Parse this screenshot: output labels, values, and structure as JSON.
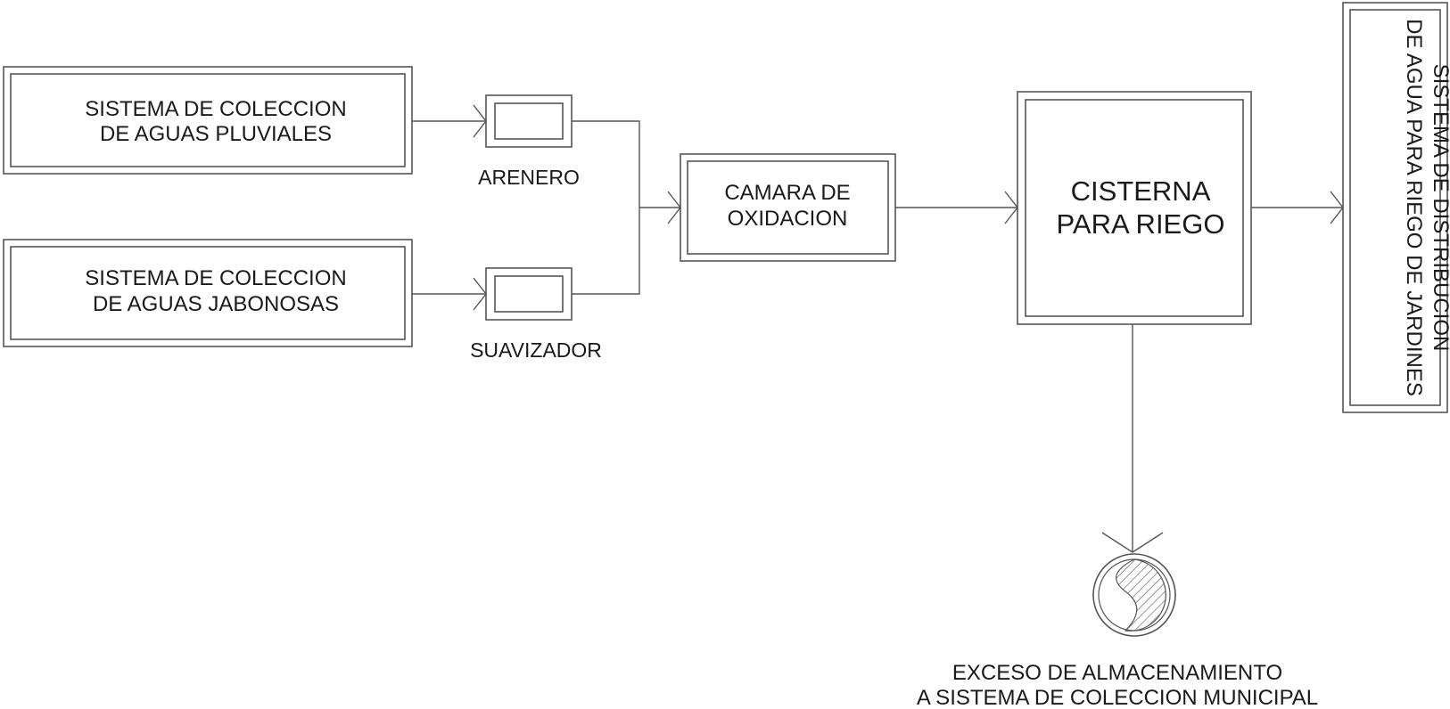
{
  "diagram": {
    "pluviales": {
      "line1": "SISTEMA DE COLECCION",
      "line2": "DE AGUAS PLUVIALES"
    },
    "jabonosas": {
      "line1": "SISTEMA DE COLECCION",
      "line2": "DE AGUAS JABONOSAS"
    },
    "arenero": "ARENERO",
    "suavizador": "SUAVIZADOR",
    "camara": {
      "line1": "CAMARA DE",
      "line2": "OXIDACION"
    },
    "cisterna": {
      "line1": "CISTERNA",
      "line2": "PARA RIEGO"
    },
    "distribucion": {
      "line1": "SISTEMA DE DISTRIBUCION",
      "line2": "DE AGUA PARA RIEGO DE JARDINES"
    },
    "exceso": {
      "line1": "EXCESO DE ALMACENAMIENTO",
      "line2": "A SISTEMA DE COLECCION MUNICIPAL"
    }
  },
  "colors": {
    "line": "#555555",
    "text": "#1a1a1a",
    "background": "#ffffff"
  }
}
